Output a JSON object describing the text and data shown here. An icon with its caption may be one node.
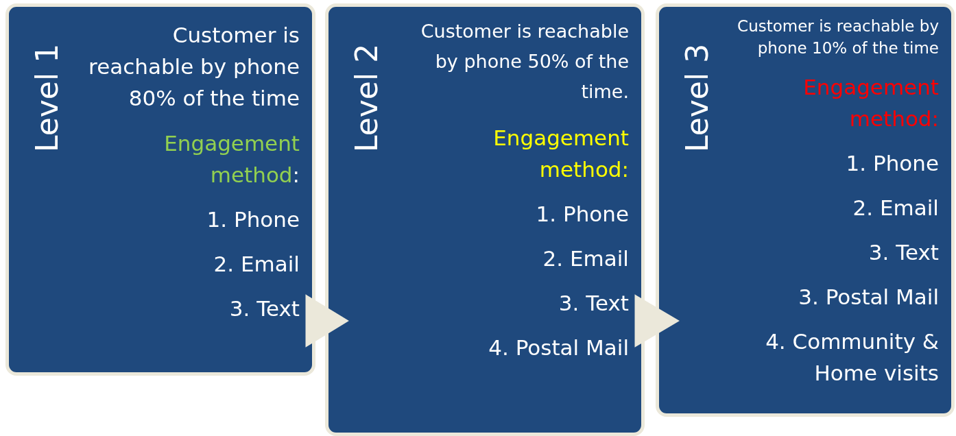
{
  "diagram": {
    "nodes": [
      {
        "text": [
          "Level 1",
          "Customer is reachable by phone 80% of the time",
          "Engagement method:",
          "1. Phone",
          "2. Email",
          "3. Text"
        ]
      },
      {
        "text": [
          "Level 2",
          "Customer is reachable by phone 50% of the time.",
          "Engagement method:",
          "1. Phone",
          "2. Email",
          "3. Text",
          "4. Postal Mail"
        ]
      },
      {
        "text": [
          "Level 3",
          "Customer is reachable by phone 10% of the time",
          "Engagement method:",
          "1. Phone",
          "2. Email",
          "3. Text",
          "3. Postal Mail",
          "4. Community & Home visits"
        ]
      }
    ],
    "edges": [
      {
        "from": 0,
        "to": 1,
        "arrow": "to"
      },
      {
        "from": 1,
        "to": 2,
        "arrow": "to"
      }
    ]
  }
}
